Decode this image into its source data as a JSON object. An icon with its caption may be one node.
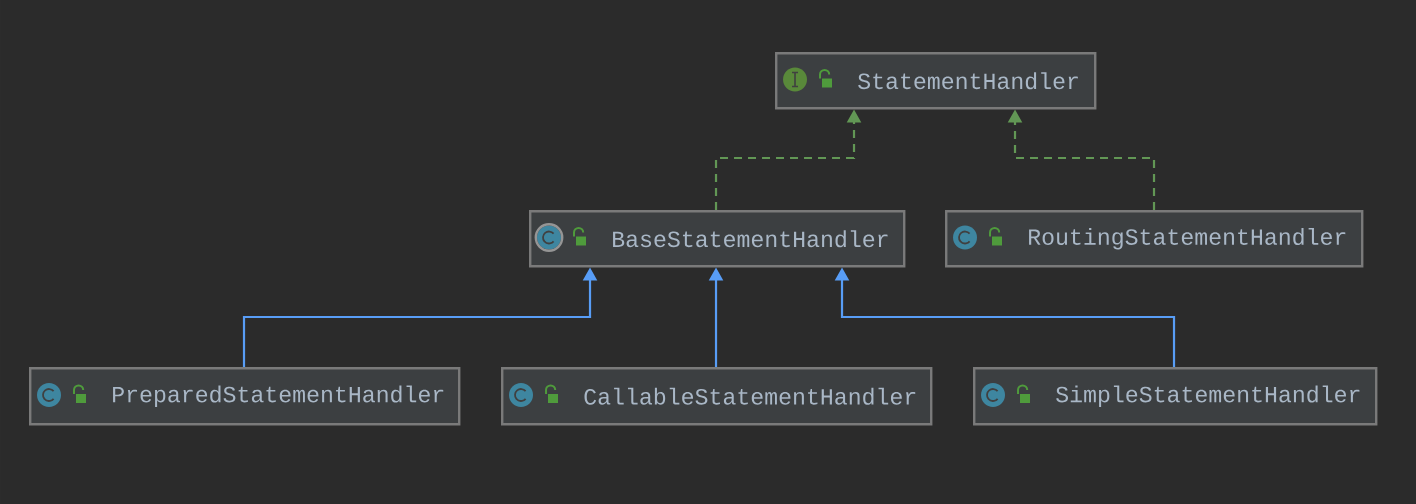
{
  "diagram": {
    "nodes": [
      {
        "text": [
          "StatementHandler"
        ]
      },
      {
        "text": [
          "BaseStatementHandler"
        ]
      },
      {
        "text": [
          "RoutingStatementHandler"
        ]
      },
      {
        "text": [
          "PreparedStatementHandler"
        ]
      },
      {
        "text": [
          "CallableStatementHandler"
        ]
      },
      {
        "text": [
          "SimpleStatementHandler"
        ]
      }
    ],
    "edges": [
      {
        "from": 1,
        "to": 0,
        "arrow": "to",
        "style": "dashed",
        "color": "#629755"
      },
      {
        "from": 2,
        "to": 0,
        "arrow": "to",
        "style": "dashed",
        "color": "#629755"
      },
      {
        "from": 3,
        "to": 1,
        "arrow": "to"
      },
      {
        "from": 4,
        "to": 1,
        "arrow": "to"
      },
      {
        "from": 5,
        "to": 1,
        "arrow": "to"
      }
    ]
  }
}
